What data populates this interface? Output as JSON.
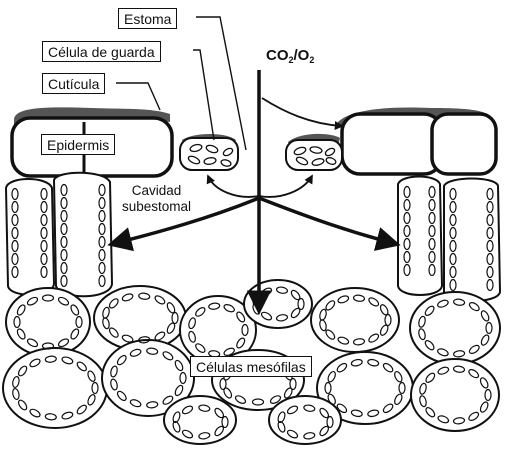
{
  "labels": {
    "estoma": "Estoma",
    "celula_guarda": "Célula de guarda",
    "cuticula": "Cutícula",
    "epidermis": "Epidermis",
    "cavidad": "Cavidad",
    "subestomal": "subestomal",
    "celulas_mesofilas": "Células mesófilas",
    "gas_a": "CO",
    "gas_a_sub": "2",
    "gas_sep": "/O",
    "gas_b_sub": "2"
  },
  "colors": {
    "stroke": "#111111",
    "cuticle": "#555555",
    "background": "#ffffff"
  }
}
